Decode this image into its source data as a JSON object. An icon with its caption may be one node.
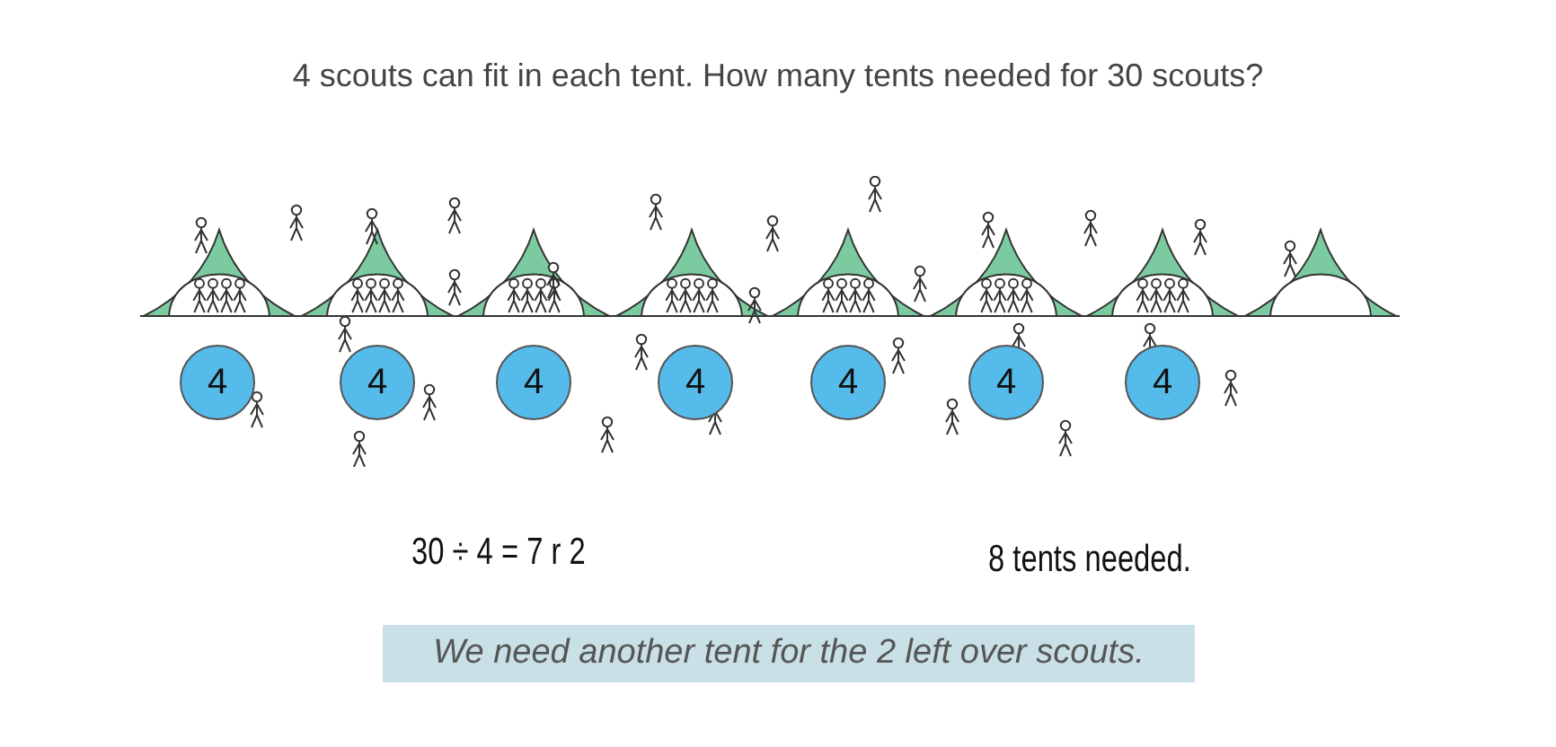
{
  "diagram": {
    "title": "4 scouts can fit in each tent. How many tents needed for 30 scouts?",
    "nodes": [
      {
        "text": [
          "4"
        ]
      },
      {
        "text": [
          "4"
        ]
      },
      {
        "text": [
          "4"
        ]
      },
      {
        "text": [
          "4"
        ]
      },
      {
        "text": [
          "4"
        ]
      },
      {
        "text": [
          "4"
        ]
      },
      {
        "text": [
          "4"
        ]
      },
      {
        "text": [
          "We need another tent for the 2 left over scouts."
        ]
      }
    ],
    "labels": [
      "30 ÷ 4 = 7 r 2",
      "8 tents needed."
    ]
  }
}
